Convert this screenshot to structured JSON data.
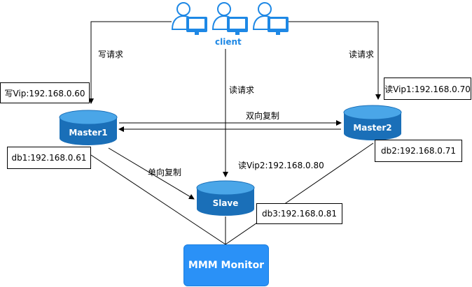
{
  "client": {
    "label": "client",
    "icon": "user-computer-icon"
  },
  "requests": {
    "write_label": "写请求",
    "read_label_left": "读请求",
    "read_label_right": "读请求"
  },
  "vips": {
    "write_vip": "写Vip:192.168.0.60",
    "read_vip1": "读Vip1:192.168.0.70",
    "read_vip2": "读Vip2:192.168.0.80"
  },
  "databases": {
    "master1": {
      "name": "Master1",
      "address": "db1:192.168.0.61"
    },
    "master2": {
      "name": "Master2",
      "address": "db2:192.168.0.71"
    },
    "slave": {
      "name": "Slave",
      "address": "db3:192.168.0.81"
    }
  },
  "replication": {
    "bidirectional": "双向复制",
    "unidirectional": "单向复制"
  },
  "monitor": {
    "label": "MMM Monitor"
  },
  "colors": {
    "accent": "#2a91f7",
    "client_text": "#1e88e5",
    "db_top": "#2e8fd8",
    "db_body": "#1a6fb8"
  }
}
